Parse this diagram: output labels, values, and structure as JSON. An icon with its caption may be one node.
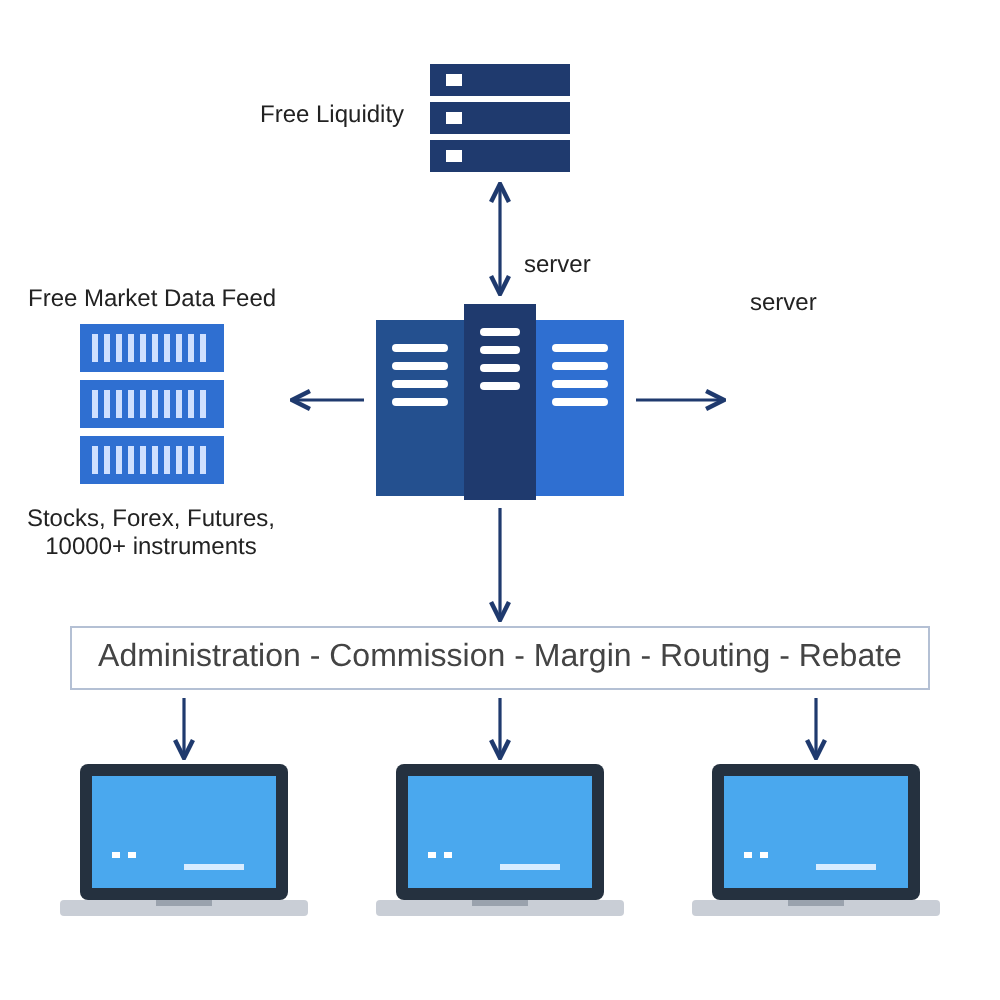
{
  "diagram": {
    "nodes": [
      {
        "text": [
          "Free Liquidity"
        ]
      },
      {
        "text": [],
        "shape": "picture",
        "beside": [
          "server"
        ]
      },
      {
        "text": [
          "Free Market Data Feed",
          "Stocks, Forex, Futures, 10000+ instruments"
        ]
      },
      {
        "text": [
          "server"
        ]
      },
      {
        "text": [
          "Administration - Commission - Margin - Routing - Rebate"
        ]
      },
      {
        "text": [],
        "shape": "laptop"
      },
      {
        "text": [],
        "shape": "laptop"
      },
      {
        "text": [],
        "shape": "laptop"
      }
    ],
    "edges": [
      {
        "from": 0,
        "to": 1,
        "arrow": "both"
      },
      {
        "from": 1,
        "to": 2,
        "arrow": "to"
      },
      {
        "from": 1,
        "to": 3,
        "arrow": "to"
      },
      {
        "from": 1,
        "to": 4,
        "arrow": "to"
      },
      {
        "from": 4,
        "to": 5,
        "arrow": "to"
      },
      {
        "from": 4,
        "to": 6,
        "arrow": "to"
      },
      {
        "from": 4,
        "to": 7,
        "arrow": "to"
      }
    ]
  }
}
